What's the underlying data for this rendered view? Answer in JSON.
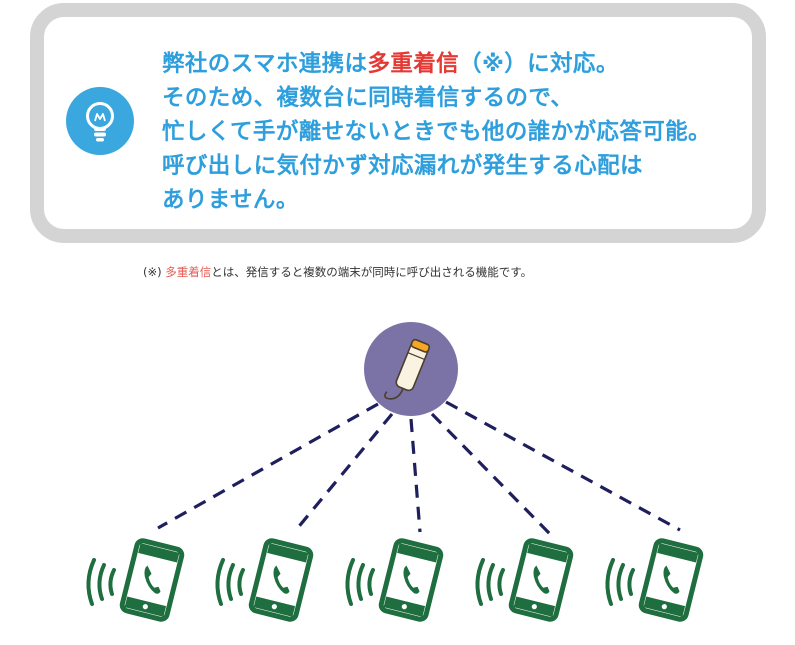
{
  "notice": {
    "line1_before": "弊社のスマホ連携は",
    "line1_highlight": "多重着信",
    "line1_after": "（※）に対応。",
    "line2": "そのため、複数台に同時着信するので、",
    "line3": "忙しくて手が離せないときでも他の誰かが応答可能。",
    "line4": "呼び出しに気付かず対応漏れが発生する心配は",
    "line5": "ありません。",
    "icon": "lightbulb-icon"
  },
  "footnote": {
    "prefix": "(※) ",
    "highlight": "多重着信",
    "suffix": "とは、発信すると複数の端末が同時に呼び出される機能です。"
  },
  "diagram": {
    "source_icon": "handset-icon",
    "phone_icon": "ringing-smartphone-icon",
    "phone_count": 5
  },
  "colors": {
    "text_blue": "#2e9fdc",
    "highlight_red": "#e53a34",
    "border_gray": "#d4d4d4",
    "bulb_blue": "#3aa7df",
    "source_purple": "#7b72a6",
    "phone_green": "#1f6e3f",
    "dash_navy": "#1f1f5e"
  }
}
